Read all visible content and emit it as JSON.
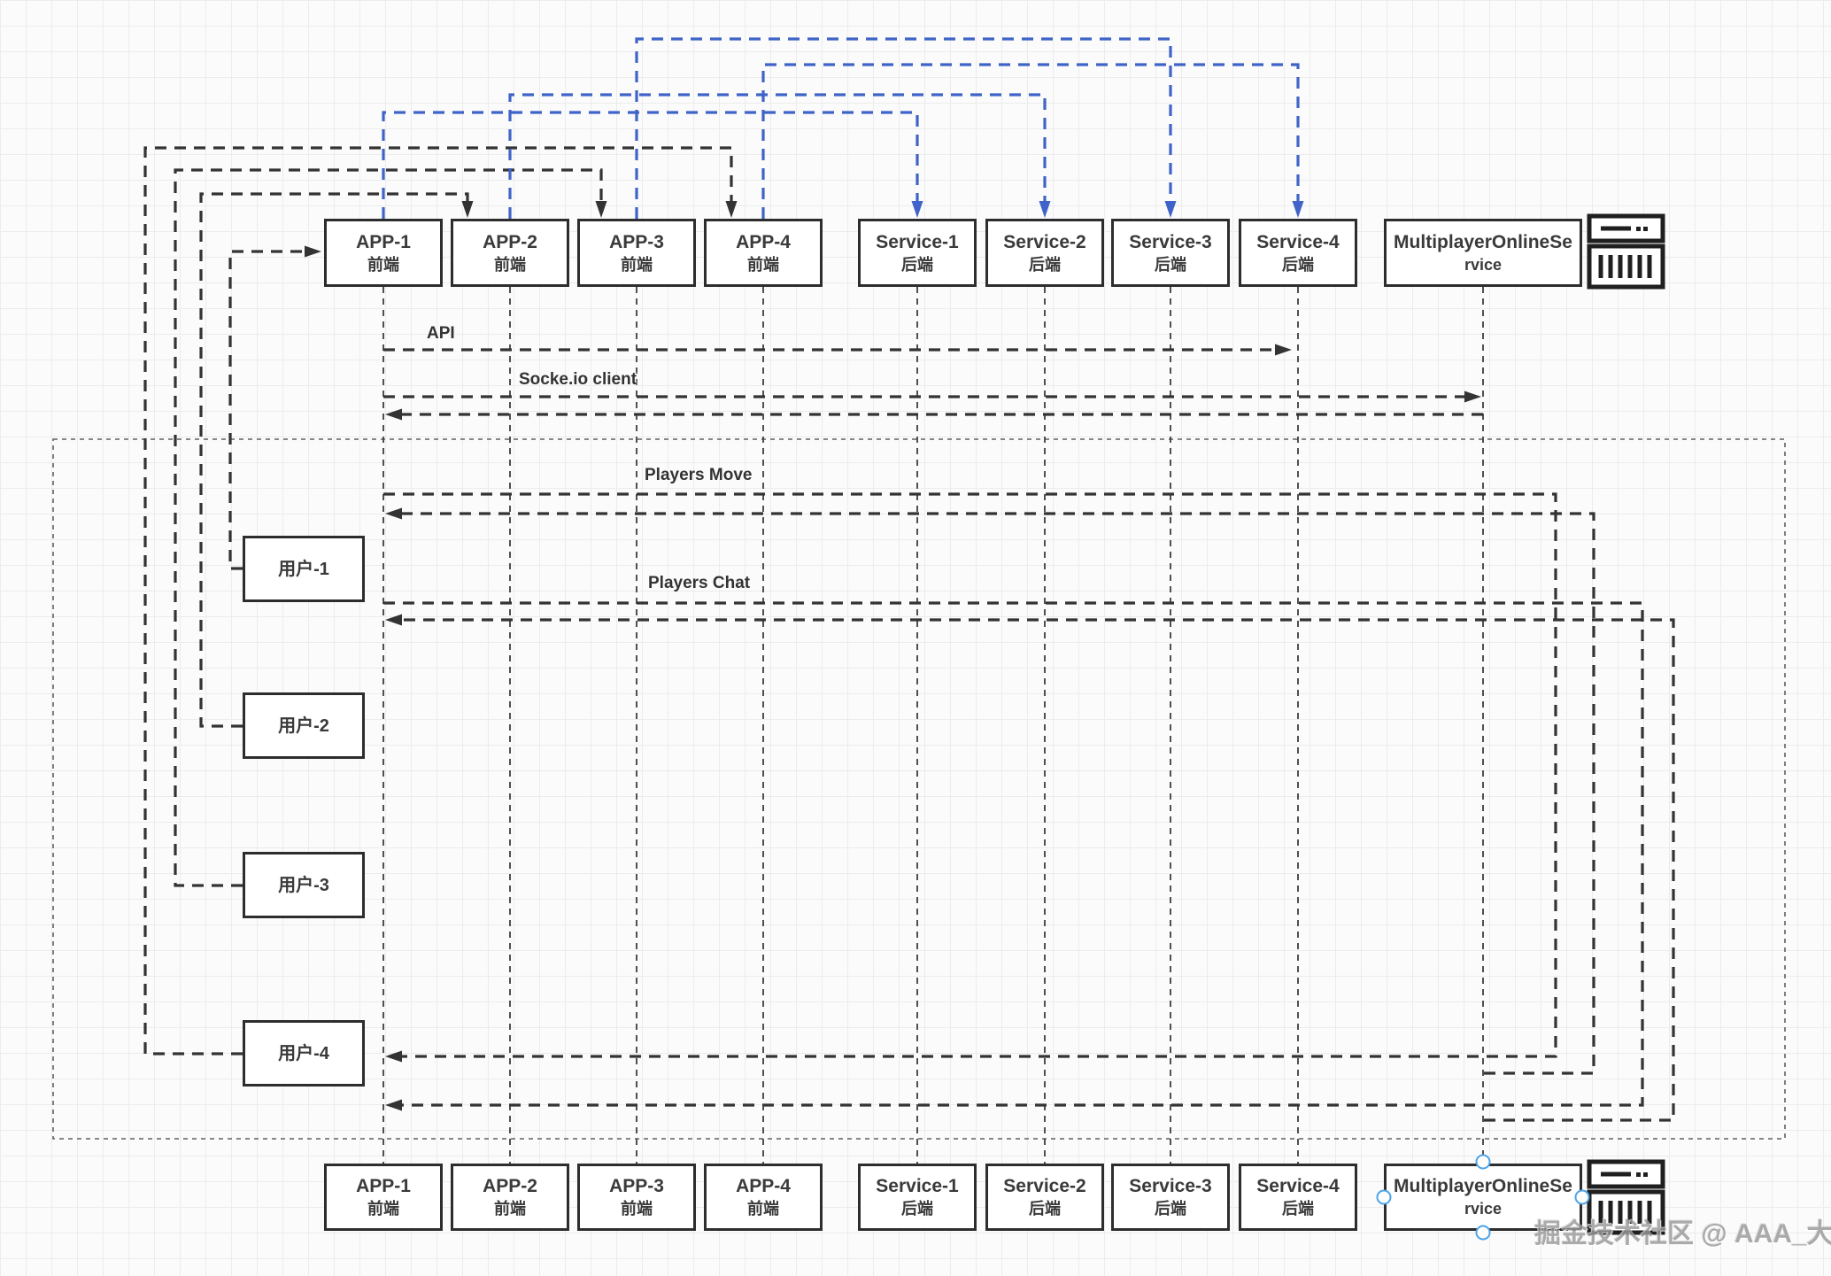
{
  "watermark": "掘金技术社区 @ AAA_大木",
  "colors": {
    "connector_black": "#333333",
    "connector_blue": "#3f63c8",
    "lifeline": "#3e3e3e",
    "frame": "#606060",
    "box_border": "#2d2d2d",
    "box_bg": "#ffffff",
    "text": "#3a3a3a",
    "handle_blue": "#4ea3e6",
    "icon_ink": "#1f1f1f"
  },
  "actors_top": [
    {
      "line1": "APP-1",
      "line2": "前端"
    },
    {
      "line1": "APP-2",
      "line2": "前端"
    },
    {
      "line1": "APP-3",
      "line2": "前端"
    },
    {
      "line1": "APP-4",
      "line2": "前端"
    },
    {
      "line1": "Service-1",
      "line2": "后端"
    },
    {
      "line1": "Service-2",
      "line2": "后端"
    },
    {
      "line1": "Service-3",
      "line2": "后端"
    },
    {
      "line1": "Service-4",
      "line2": "后端"
    },
    {
      "line1": "MultiplayerOnlineSe",
      "line2": "rvice"
    }
  ],
  "actors_bottom": [
    {
      "line1": "APP-1",
      "line2": "前端"
    },
    {
      "line1": "APP-2",
      "line2": "前端"
    },
    {
      "line1": "APP-3",
      "line2": "前端"
    },
    {
      "line1": "APP-4",
      "line2": "前端"
    },
    {
      "line1": "Service-1",
      "line2": "后端"
    },
    {
      "line1": "Service-2",
      "line2": "后端"
    },
    {
      "line1": "Service-3",
      "line2": "后端"
    },
    {
      "line1": "Service-4",
      "line2": "后端"
    },
    {
      "line1": "MultiplayerOnlineSe",
      "line2": "rvice"
    }
  ],
  "users": [
    {
      "label": "用户-1"
    },
    {
      "label": "用户-2"
    },
    {
      "label": "用户-3"
    },
    {
      "label": "用户-4"
    }
  ],
  "labels": {
    "api": "API",
    "socket": "Socke.io client",
    "players_move": "Players Move",
    "players_chat": "Players Chat"
  }
}
